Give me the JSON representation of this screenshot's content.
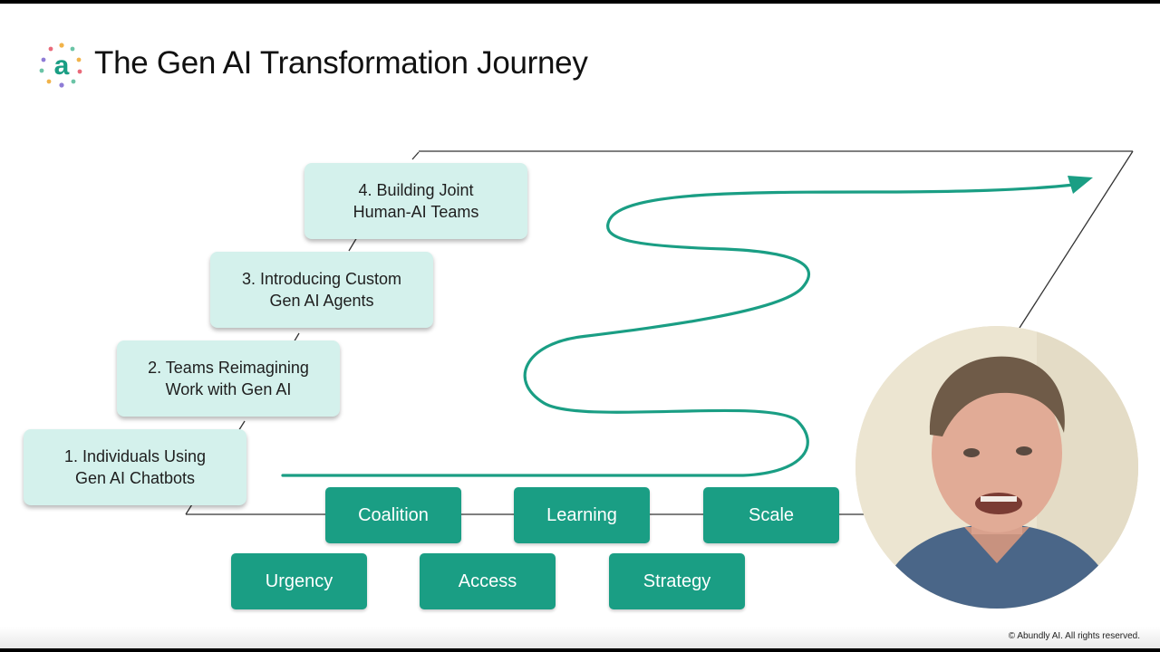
{
  "header": {
    "logo_letter": "a",
    "title": "The Gen AI Transformation Journey"
  },
  "stages": [
    {
      "line1": "1. Individuals Using",
      "line2": "Gen AI Chatbots"
    },
    {
      "line1": "2. Teams Reimagining",
      "line2": "Work with Gen AI"
    },
    {
      "line1": "3. Introducing Custom",
      "line2": "Gen AI Agents"
    },
    {
      "line1": "4. Building Joint",
      "line2": "Human-AI Teams"
    }
  ],
  "pillars_top": [
    "Coalition",
    "Learning",
    "Scale"
  ],
  "pillars_bottom": [
    "Urgency",
    "Access",
    "Strategy"
  ],
  "footer": {
    "copyright": "© Abundly AI. All rights reserved."
  },
  "colors": {
    "accent": "#1a9e84",
    "stage_fill": "#d4f1ec",
    "path": "#1a9e84"
  },
  "icons": {
    "logo": "abundly-logo-icon",
    "arrow": "arrow-head-icon"
  }
}
